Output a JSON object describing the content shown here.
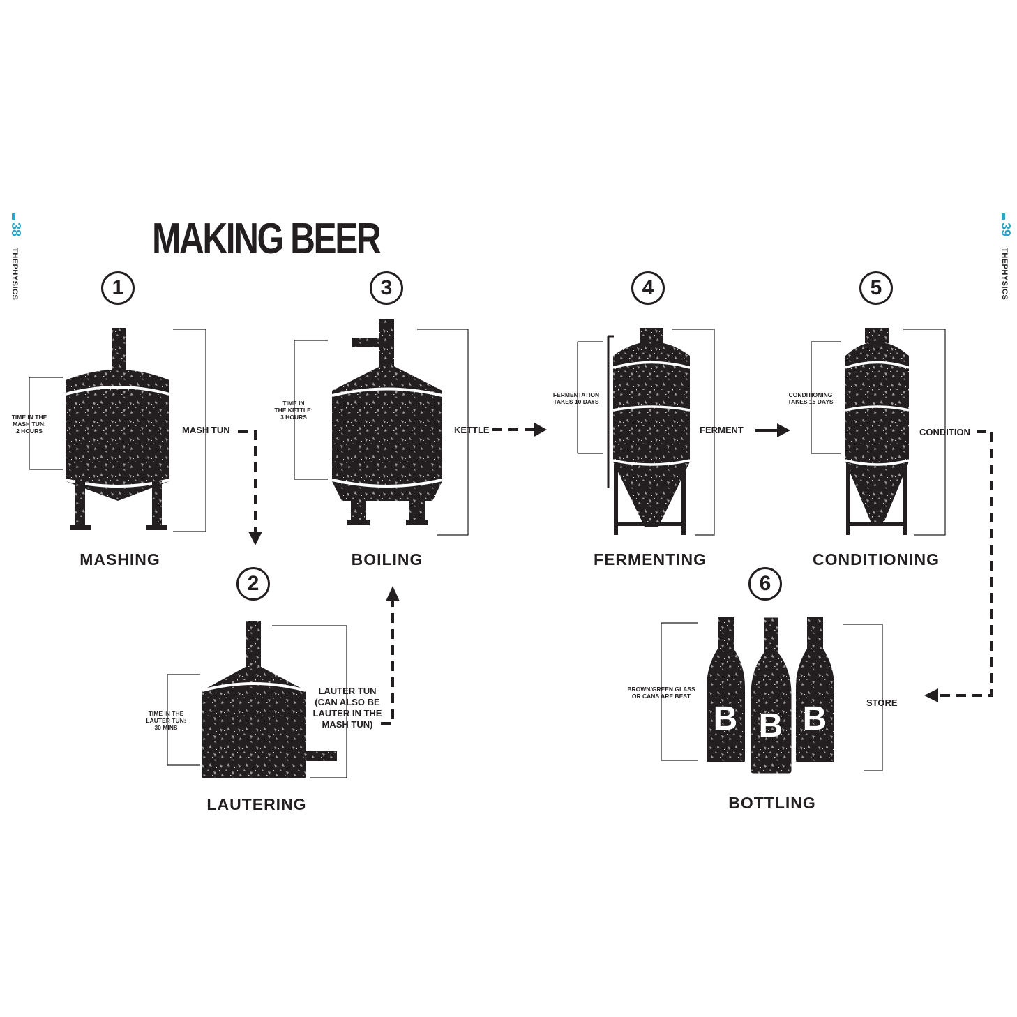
{
  "title": "MAKING BEER",
  "pages": {
    "left_number": "38",
    "left_running_title": "THEPHYSICS",
    "right_number": "39",
    "right_running_title": "THEPHYSICS",
    "accent_color": "#29a8c9"
  },
  "steps": [
    {
      "number": "1",
      "name": "MASHING",
      "vessel": "MASH TUN",
      "note": [
        "TIME IN THE",
        "MASH TUN:",
        "2 HOURS"
      ]
    },
    {
      "number": "2",
      "name": "LAUTERING",
      "vessel": [
        "LAUTER TUN",
        "(CAN ALSO BE",
        "LAUTER IN THE",
        "MASH TUN)"
      ],
      "note": [
        "TIME IN THE",
        "LAUTER TUN:",
        "30 MINS"
      ]
    },
    {
      "number": "3",
      "name": "BOILING",
      "vessel": "KETTLE",
      "note": [
        "TIME IN",
        "THE KETTLE:",
        "3 HOURS"
      ]
    },
    {
      "number": "4",
      "name": "FERMENTING",
      "vessel": "FERMENT",
      "note": [
        "FERMENTATION",
        "TAKES 10 DAYS"
      ]
    },
    {
      "number": "5",
      "name": "CONDITIONING",
      "vessel": "CONDITION",
      "note": [
        "CONDITIONING",
        "TAKES 15 DAYS"
      ]
    },
    {
      "number": "6",
      "name": "BOTTLING",
      "vessel": "STORE",
      "note": [
        "BROWN/GREEN GLASS",
        "OR CANS ARE BEST"
      ],
      "bottle_letter": "B"
    }
  ],
  "colors": {
    "ink": "#231f20",
    "paper": "#ffffff"
  }
}
